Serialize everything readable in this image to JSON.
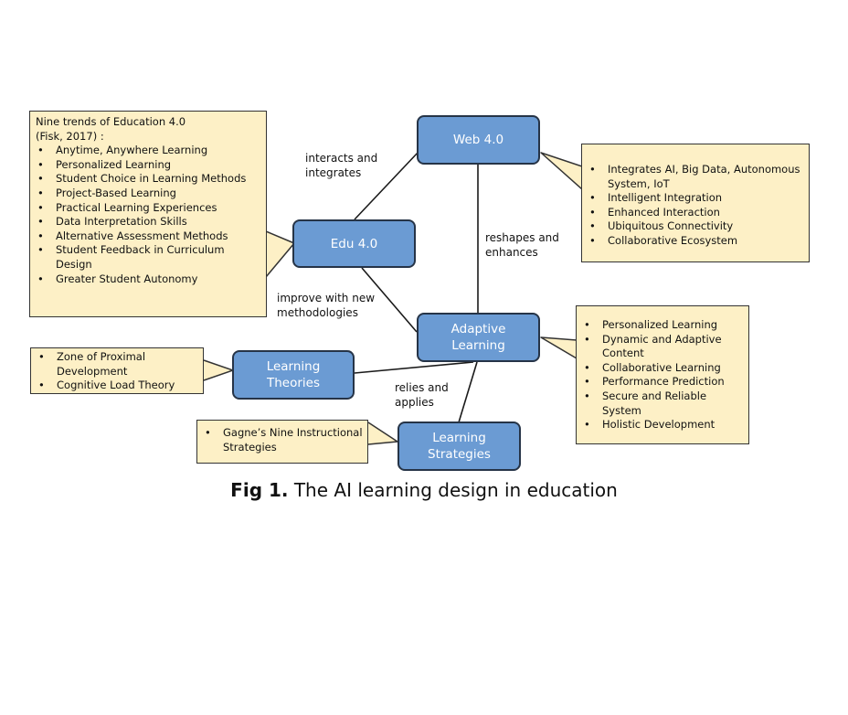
{
  "nodes": {
    "web40": "Web 4.0",
    "edu40": "Edu 4.0",
    "adaptive": [
      "Adaptive",
      "Learning"
    ],
    "theories": [
      "Learning",
      "Theories"
    ],
    "strategies": [
      "Learning",
      "Strategies"
    ]
  },
  "edges": {
    "interacts": [
      "interacts and",
      "integrates"
    ],
    "reshapes": [
      "reshapes and",
      "enhances"
    ],
    "improve": [
      "improve with new",
      "methodologies"
    ],
    "relies": [
      "relies and",
      "applies"
    ]
  },
  "notes": {
    "edu_title": [
      "Nine trends of Education 4.0",
      "(Fisk, 2017) :"
    ],
    "edu_items": [
      "Anytime, Anywhere Learning",
      "Personalized Learning",
      "Student Choice in Learning Methods",
      "Project-Based Learning",
      "Practical Learning Experiences",
      "Data Interpretation Skills",
      "Alternative Assessment Methods",
      "Student Feedback in Curriculum Design",
      "Greater Student Autonomy"
    ],
    "web_items": [
      "Integrates AI, Big Data, Autonomous System, IoT",
      "Intelligent Integration",
      "Enhanced Interaction",
      "Ubiquitous Connectivity",
      "Collaborative Ecosystem"
    ],
    "adaptive_items": [
      "Personalized Learning",
      "Dynamic and Adaptive Content",
      "Collaborative Learning",
      "Performance Prediction",
      "Secure and Reliable System",
      "Holistic Development"
    ],
    "theories_items": [
      "Zone of Proximal Development",
      "Cognitive Load Theory"
    ],
    "strategies_items": [
      "Gagne’s Nine Instructional Strategies"
    ]
  },
  "caption": {
    "prefix": "Fig 1.",
    "text": " The AI learning design in education"
  },
  "colors": {
    "node_fill": "#6b9bd3",
    "node_border": "#263447",
    "note_fill": "#fdf0c6",
    "note_border": "#333333"
  }
}
